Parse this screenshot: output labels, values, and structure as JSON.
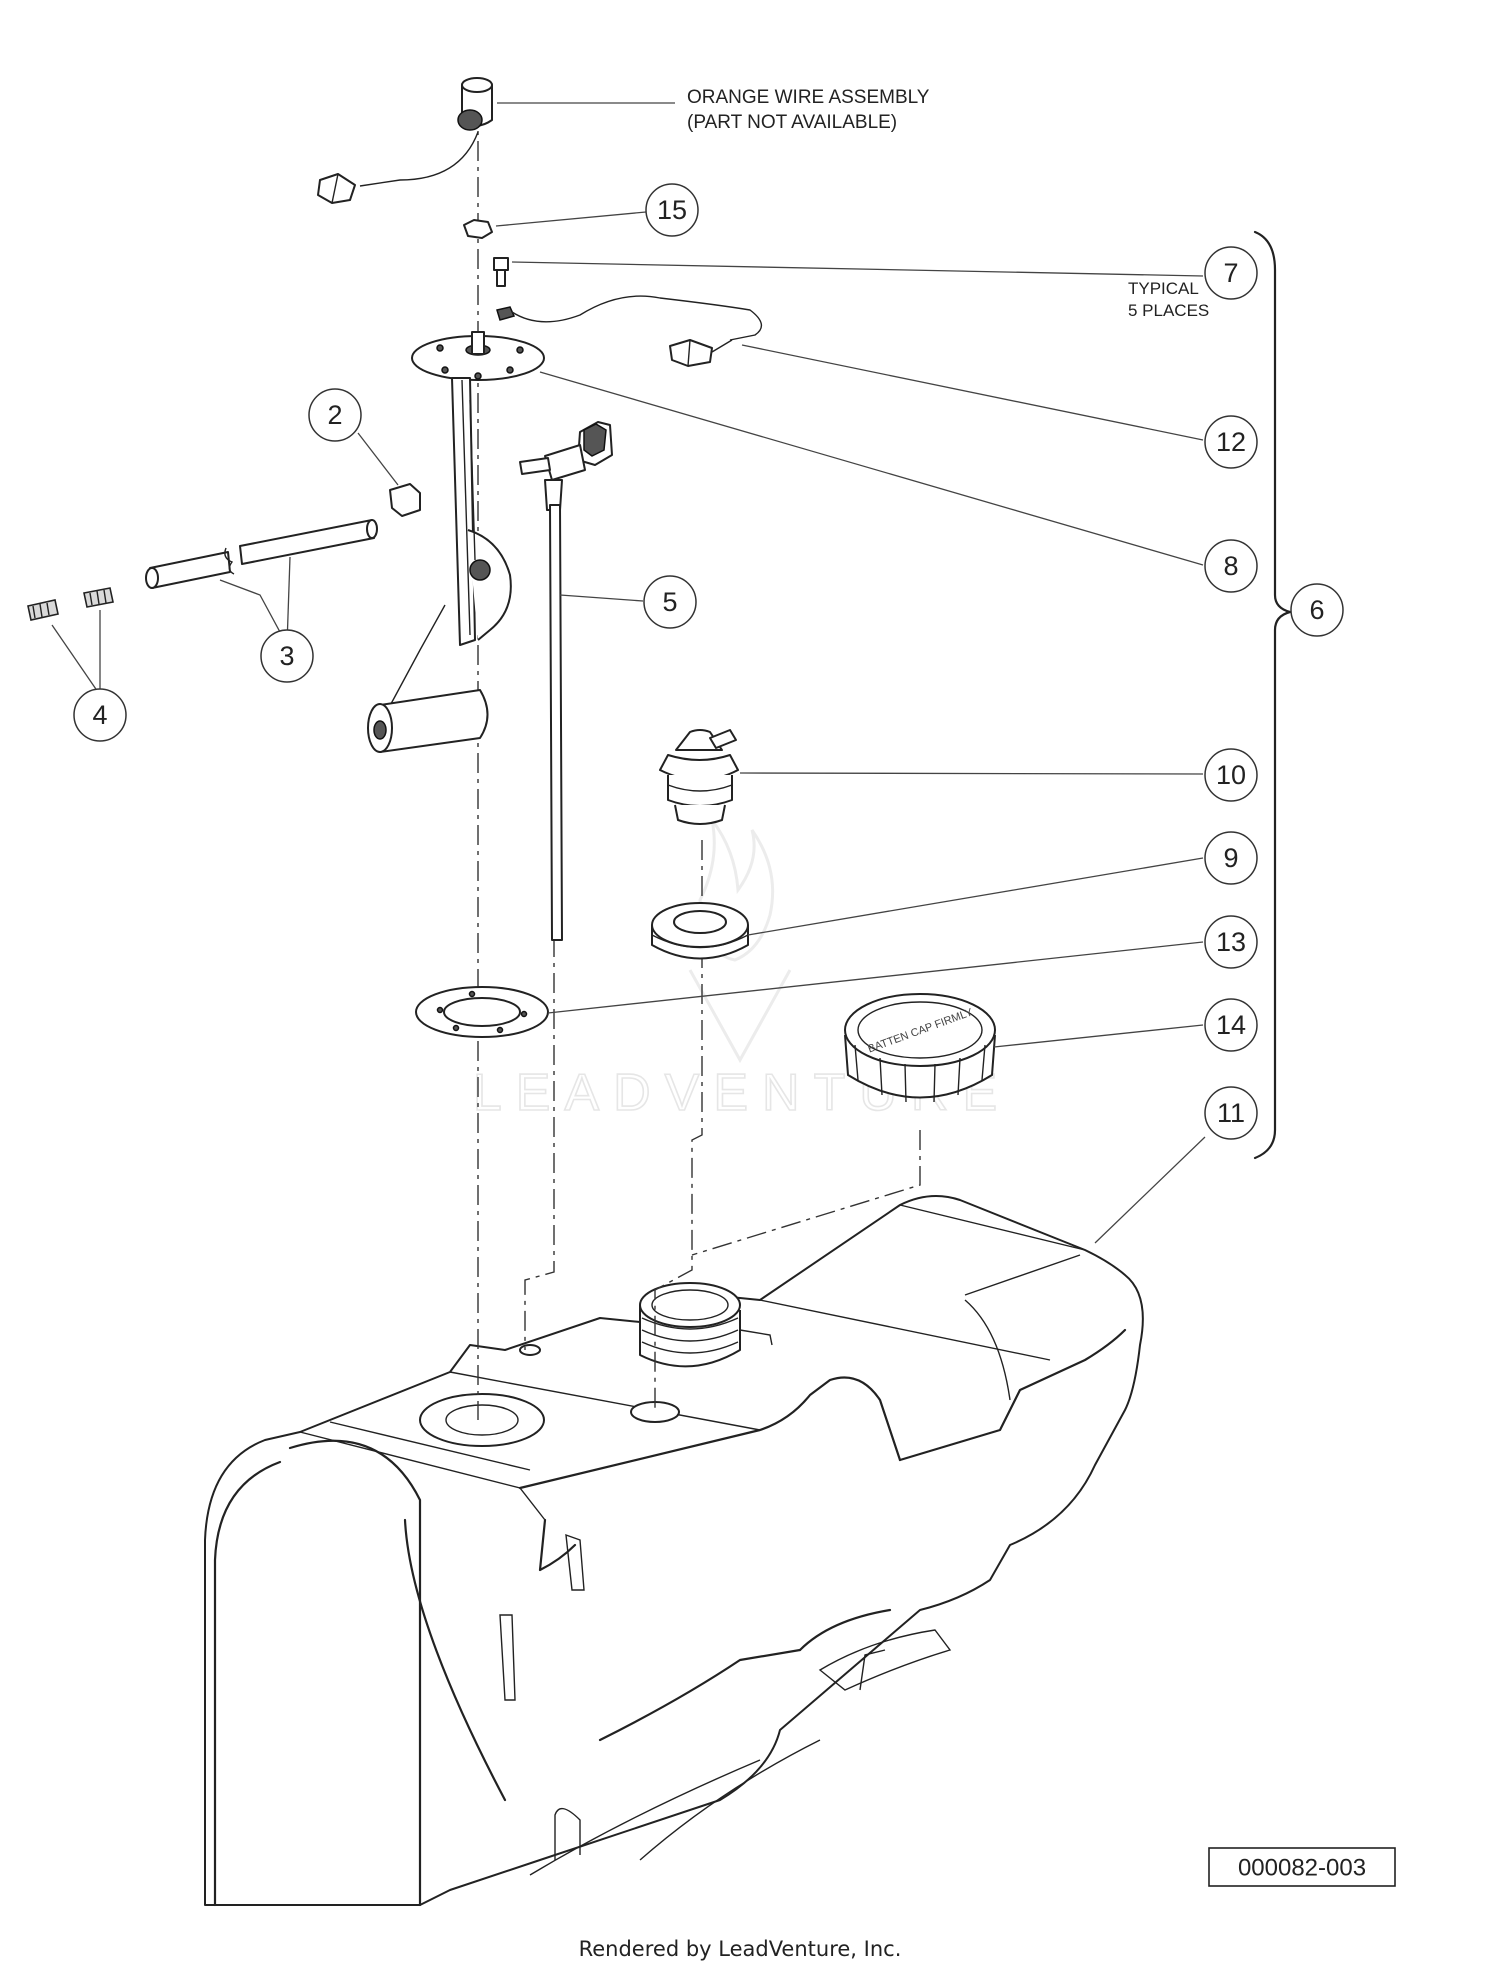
{
  "diagram": {
    "notes": {
      "orange_wire_line1": "ORANGE WIRE ASSEMBLY",
      "orange_wire_line2": "(PART NOT AVAILABLE)",
      "typical_line1": "TYPICAL",
      "typical_line2": "5 PLACES"
    },
    "callouts": [
      {
        "label": "15"
      },
      {
        "label": "7"
      },
      {
        "label": "12"
      },
      {
        "label": "2"
      },
      {
        "label": "8"
      },
      {
        "label": "5"
      },
      {
        "label": "6"
      },
      {
        "label": "3"
      },
      {
        "label": "4"
      },
      {
        "label": "10"
      },
      {
        "label": "9"
      },
      {
        "label": "13"
      },
      {
        "label": "14"
      },
      {
        "label": "11"
      }
    ],
    "drawing_number": "000082-003",
    "cap_text": "BATTEN CAP FIRMLY",
    "watermark": "LEADVENTURE",
    "footer": "Rendered by LeadVenture, Inc."
  }
}
